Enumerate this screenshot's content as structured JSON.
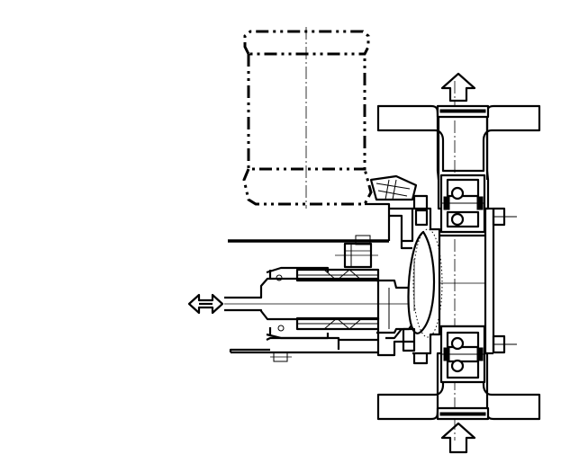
{
  "figure": {
    "kind": "mechanical cross-section drawing",
    "components": [
      {
        "id": "motor",
        "icon": "dash-dot-outline-motor"
      },
      {
        "id": "flow-outlet",
        "icon": "arrow-up-outline"
      },
      {
        "id": "flow-inlet",
        "icon": "arrow-up-outline"
      },
      {
        "id": "stroke-motion",
        "icon": "double-headed-arrow"
      },
      {
        "id": "upper-check-valve",
        "icon": "ball-valve"
      },
      {
        "id": "lower-check-valve",
        "icon": "ball-valve"
      },
      {
        "id": "diaphragm",
        "icon": "diaphragm-disc"
      },
      {
        "id": "pump-head",
        "icon": "pump-head"
      },
      {
        "id": "piston-rod",
        "icon": "shaft"
      }
    ],
    "colors": {
      "line": "#000000",
      "background": "#ffffff"
    }
  }
}
